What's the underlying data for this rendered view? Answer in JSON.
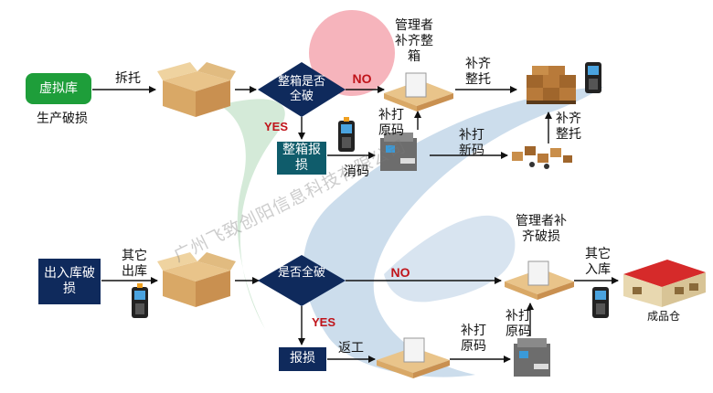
{
  "watermark": "广州飞致创阳信息科技有限公司",
  "top": {
    "virtual_warehouse": "虚拟库",
    "production_damage": "生产破损",
    "unpack": "拆托",
    "decision": "整箱是否全破",
    "no": "NO",
    "yes": "YES",
    "scrap_box": "整箱报损",
    "cancel_code": "消码",
    "reprint_original": "补打原码",
    "reprint_new": "补打新码",
    "manager_full_box": "管理者补齐整箱",
    "complete_pallet": "补齐整托",
    "complete_pallet2": "补齐整托"
  },
  "bottom": {
    "outbound_damage": "出入库破损",
    "other_outbound": "其它出库",
    "decision": "是否全破",
    "no": "NO",
    "yes": "YES",
    "scrap": "报损",
    "rework": "返工",
    "reprint_original_1": "补打原码",
    "reprint_original_2": "补打原码",
    "manager_damage": "管理者补齐破损",
    "other_inbound": "其它入库",
    "finished_warehouse": "成品仓"
  },
  "colors": {
    "green_box": "#1e9e3a",
    "navy_box": "#0f2a5c",
    "teal_box": "#0f5c6b",
    "diamond": "#0f2a5c",
    "red_text": "#c0141a",
    "pink_circle": "#f4a7b0",
    "green_band": "#cfe8d4",
    "blue_band": "#c7d9ea"
  }
}
